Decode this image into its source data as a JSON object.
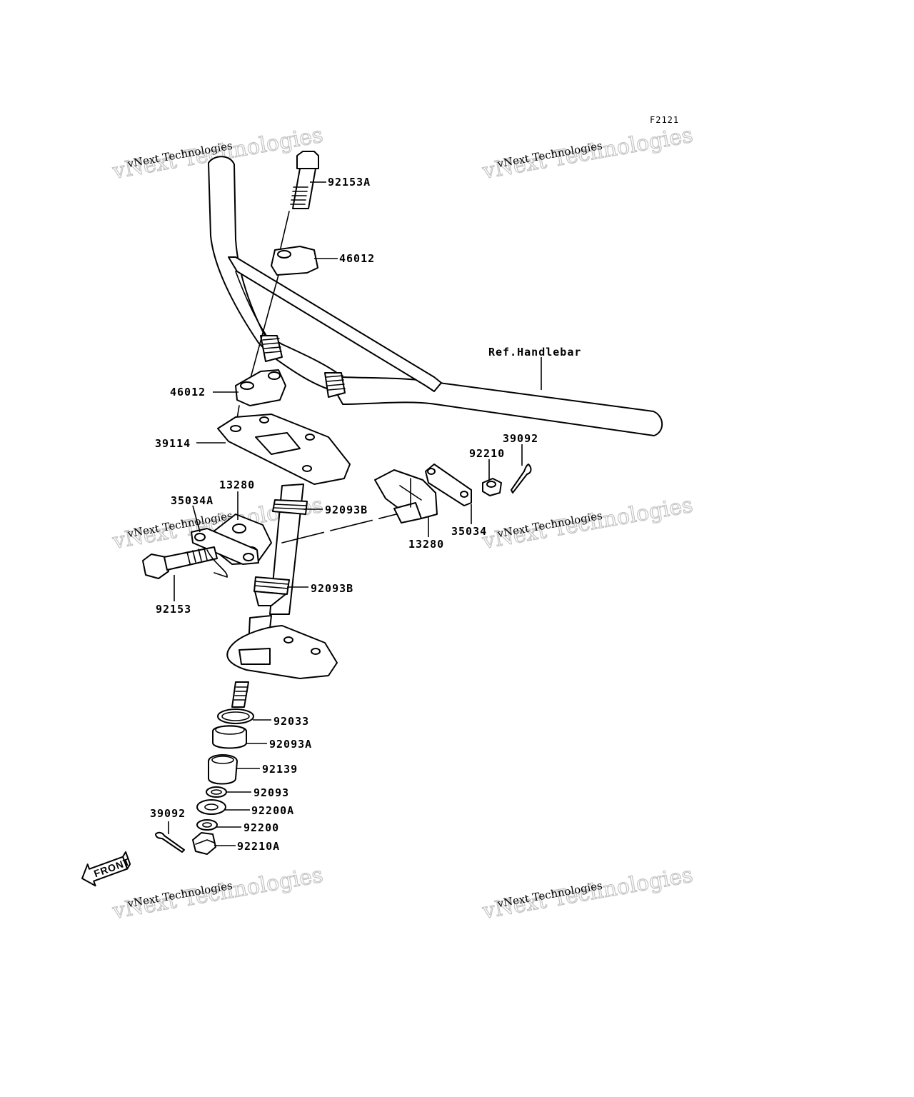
{
  "figure_code": "F2121",
  "watermark": {
    "line1": "vNext Technologies",
    "line2": "vNext Technologies"
  },
  "front_label": "FRONT",
  "callouts": [
    {
      "id": "c-92153A",
      "label": "92153A"
    },
    {
      "id": "c-46012-top",
      "label": "46012"
    },
    {
      "id": "c-ref-handlebar",
      "label": "Ref.Handlebar"
    },
    {
      "id": "c-46012-bottom",
      "label": "46012"
    },
    {
      "id": "c-39114",
      "label": "39114"
    },
    {
      "id": "c-39092-right",
      "label": "39092"
    },
    {
      "id": "c-92210",
      "label": "92210"
    },
    {
      "id": "c-13280-left",
      "label": "13280"
    },
    {
      "id": "c-35034A",
      "label": "35034A"
    },
    {
      "id": "c-92093B-top",
      "label": "92093B"
    },
    {
      "id": "c-35034",
      "label": "35034"
    },
    {
      "id": "c-13280-right",
      "label": "13280"
    },
    {
      "id": "c-92093B-bottom",
      "label": "92093B"
    },
    {
      "id": "c-92153",
      "label": "92153"
    },
    {
      "id": "c-92033",
      "label": "92033"
    },
    {
      "id": "c-92093A",
      "label": "92093A"
    },
    {
      "id": "c-92139",
      "label": "92139"
    },
    {
      "id": "c-92093",
      "label": "92093"
    },
    {
      "id": "c-92200A",
      "label": "92200A"
    },
    {
      "id": "c-39092-left",
      "label": "39092"
    },
    {
      "id": "c-92200",
      "label": "92200"
    },
    {
      "id": "c-92210A",
      "label": "92210A"
    }
  ]
}
